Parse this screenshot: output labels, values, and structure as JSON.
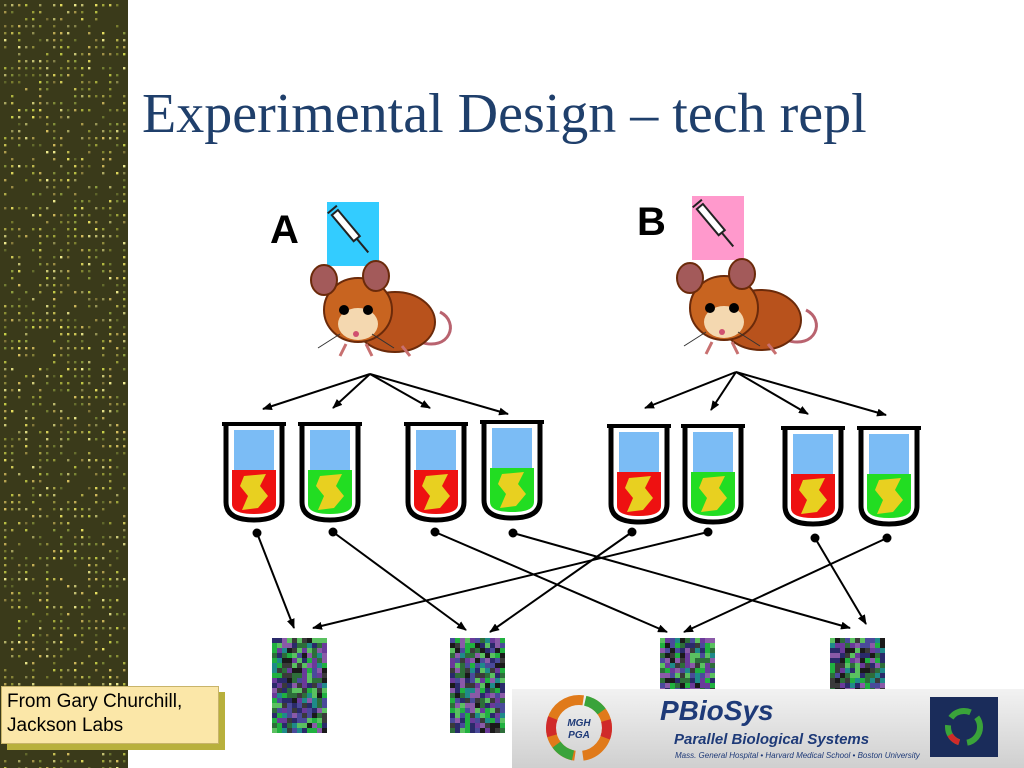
{
  "slide": {
    "title": "Experimental Design – tech repl"
  },
  "conditions": [
    {
      "label": "A",
      "syringe_bg": "#33ccff"
    },
    {
      "label": "B",
      "syringe_bg": "#ff99cc"
    }
  ],
  "tube_fill_colors": [
    "red",
    "green",
    "red",
    "green",
    "red",
    "green",
    "red",
    "green"
  ],
  "colors": {
    "title": "#1f3f6b",
    "tube_red": "#ee1111",
    "tube_green": "#22dd22",
    "tube_yellow": "#e8d020",
    "tube_blue": "#7bbcf5",
    "sidebar": "#3a3a1a"
  },
  "source_note": {
    "line1": "From Gary Churchill,",
    "line2": "Jackson Labs"
  },
  "logo": {
    "ring_text_1": "MGH",
    "ring_text_2": "PGA",
    "name": "PBioSys",
    "tagline": "Parallel Biological Systems",
    "affiliations": "Mass. General Hospital • Harvard Medical School • Boston University"
  }
}
